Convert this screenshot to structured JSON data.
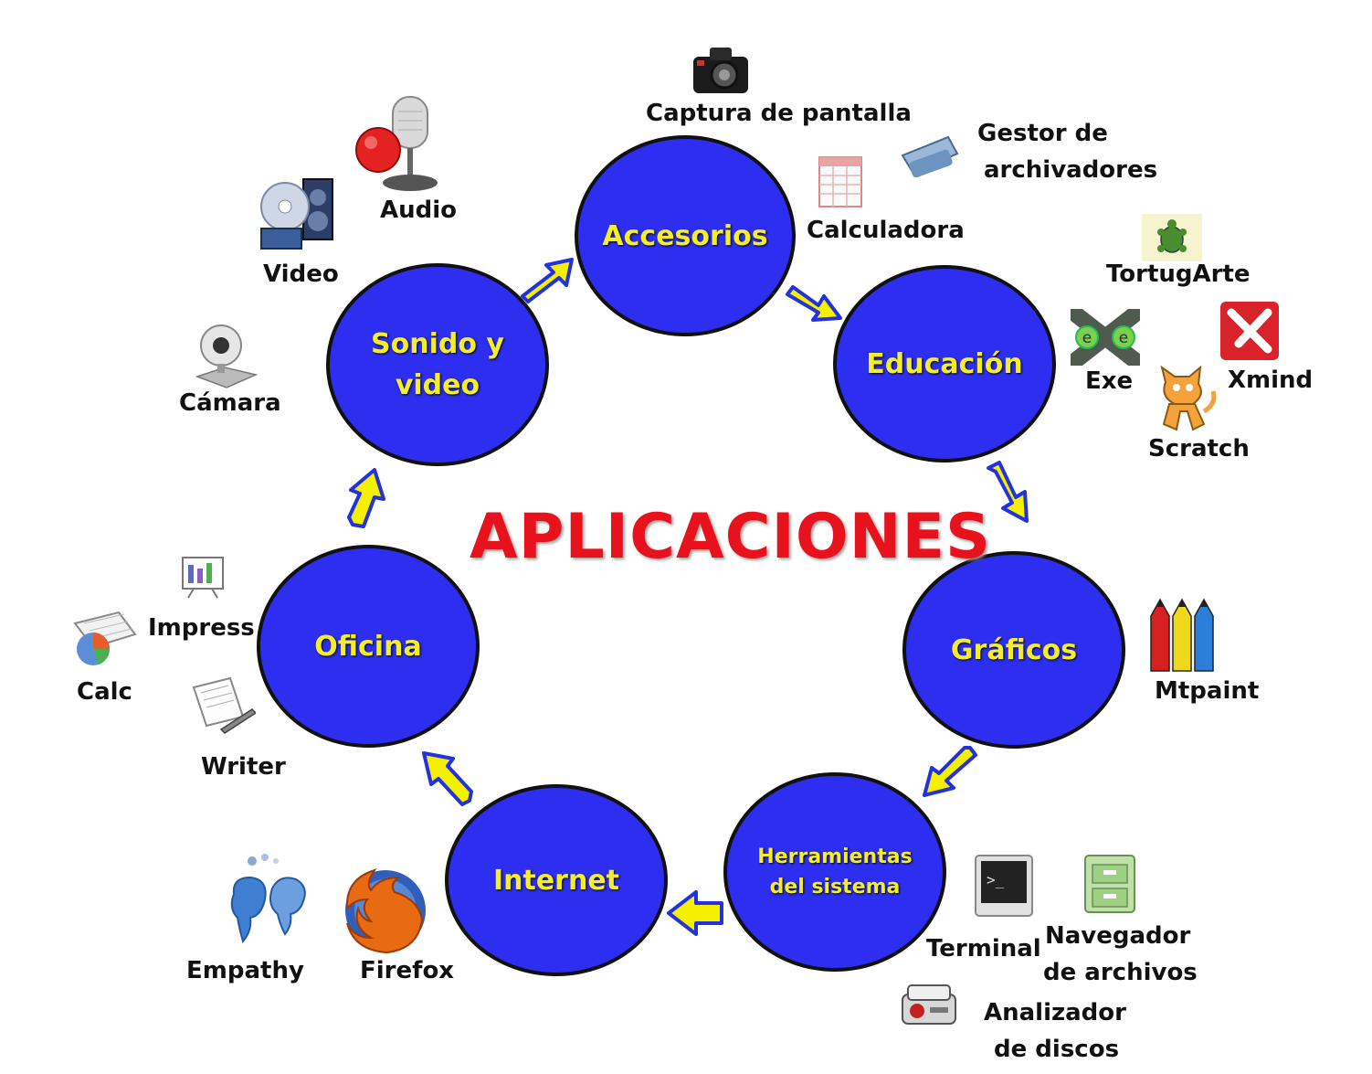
{
  "title": "APLICACIONES",
  "colors": {
    "node_fill": "#2d2ef0",
    "node_text": "#f4ee2a",
    "title": "#e8121c",
    "arrow_fill": "#f5f000",
    "arrow_stroke": "#2233dd"
  },
  "nodes": {
    "accesorios": "Accesorios",
    "educacion": "Educación",
    "graficos": "Gráficos",
    "herramientas_1": "Herramientas",
    "herramientas_2": "del sistema",
    "internet": "Internet",
    "oficina": "Oficina",
    "sonido_1": "Sonido y",
    "sonido_2": "video"
  },
  "apps": {
    "captura": "Captura de pantalla",
    "gestor_1": "Gestor de",
    "gestor_2": "archivadores",
    "calculadora": "Calculadora",
    "tortugarte": "TortugArte",
    "exe": "Exe",
    "xmind": "Xmind",
    "scratch": "Scratch",
    "mtpaint": "Mtpaint",
    "terminal": "Terminal",
    "navegador_1": "Navegador",
    "navegador_2": "de archivos",
    "analizador_1": "Analizador",
    "analizador_2": "de discos",
    "empathy": "Empathy",
    "firefox": "Firefox",
    "impress": "Impress",
    "calc": "Calc",
    "writer": "Writer",
    "camara": "Cámara",
    "video": "Video",
    "audio": "Audio"
  }
}
